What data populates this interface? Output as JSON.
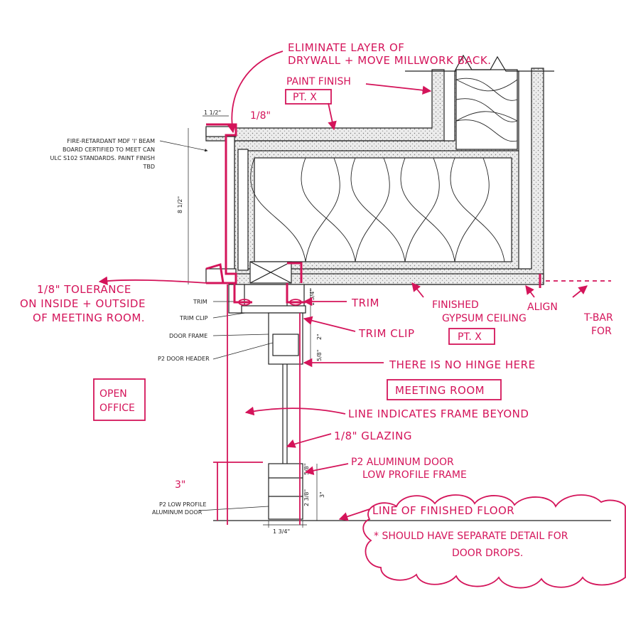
{
  "colors": {
    "markup": "#d4145a",
    "ink": "#222222"
  },
  "printed": {
    "dim_top": "1 1/2\"",
    "dim_height": "8 1/2\"",
    "beam_note": [
      "FIRE-RETARDANT MDF 'I' BEAM",
      "BOARD CERTIFIED TO MEET CAN",
      "ULC S102 STANDARDS. PAINT FINISH",
      "TBD"
    ],
    "trim": "TRIM",
    "trim_clip": "TRIM CLIP",
    "door_frame": "DOOR FRAME",
    "header": "P2 DOOR HEADER",
    "door_note": [
      "P2 LOW PROFILE",
      "ALUMINUM DOOR"
    ],
    "dim_bottom": "1 3/4\"",
    "dim_134": "1 3/4\"",
    "dim_2": "2\"",
    "dim_58a": "5/8\"",
    "dim_58b": "5/8\"",
    "dim_238": "2 3/8\"",
    "dim_3": "3\""
  },
  "markup": {
    "eliminate": [
      "ELIMINATE LAYER OF",
      "DRYWALL + MOVE MILLWORK BACK."
    ],
    "paint_finish": "PAINT FINISH",
    "pt_x_top": "PT. X",
    "eighth_top": "1/8\"",
    "tolerance": [
      "1/8\" TOLERANCE",
      "ON INSIDE + OUTSIDE",
      "OF MEETING ROOM."
    ],
    "trim": "TRIM",
    "finished_ceiling": [
      "FINISHED",
      "GYPSUM CEILING"
    ],
    "pt_x_ceiling": "PT. X",
    "align": "ALIGN",
    "tbar": [
      "T-BAR",
      "FOR"
    ],
    "trim_clip": "TRIM CLIP",
    "no_hinge": "THERE IS NO HINGE HERE",
    "meeting_room": "MEETING ROOM",
    "open_office": [
      "OPEN",
      "OFFICE"
    ],
    "frame_beyond": "LINE INDICATES FRAME BEYOND",
    "glazing": "1/8\" GLAZING",
    "alum_door": [
      "P2 ALUMINUM DOOR",
      "LOW PROFILE FRAME"
    ],
    "three": "3\"",
    "finished_floor": "LINE OF FINISHED FLOOR",
    "separate_detail": [
      "* SHOULD HAVE SEPARATE DETAIL FOR",
      "DOOR DROPS."
    ]
  }
}
